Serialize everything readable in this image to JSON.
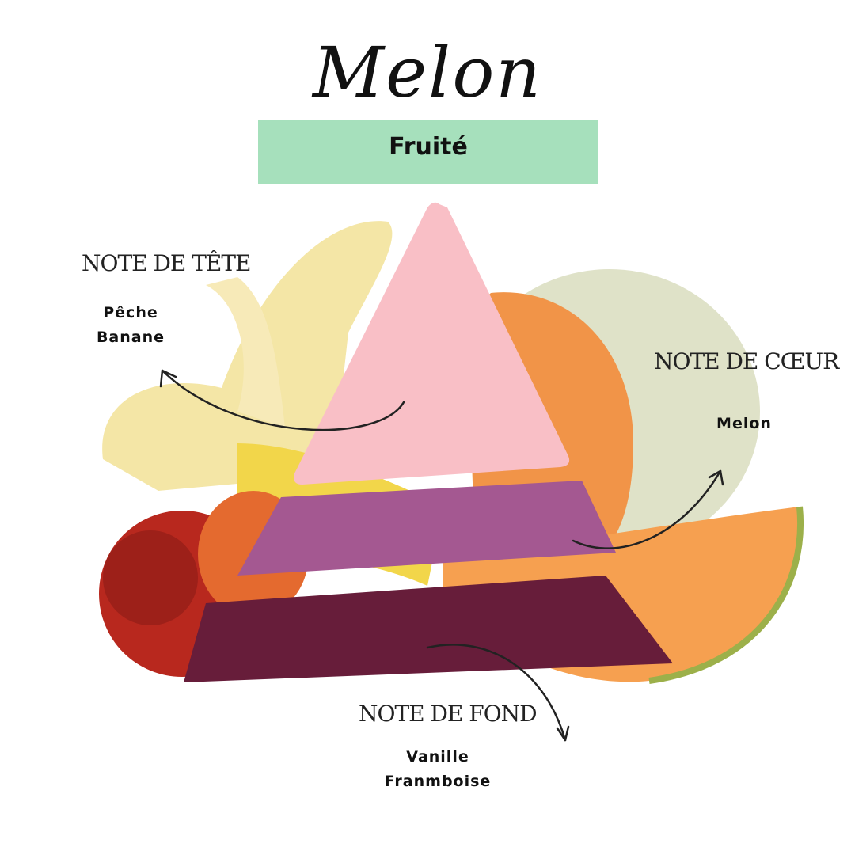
{
  "title": "Melon",
  "family": "Fruité",
  "notes": {
    "top": {
      "label": "NOTE DE TÊTE",
      "ingredients": [
        "Pêche",
        "Banane"
      ]
    },
    "heart": {
      "label": "NOTE DE CŒUR",
      "ingredients": [
        "Melon"
      ]
    },
    "base": {
      "label": "NOTE DE FOND",
      "ingredients": [
        "Vanille",
        "Franmboise"
      ]
    }
  },
  "colors": {
    "tape": "#a6e0bc",
    "top_tier": "#f9bfc6",
    "middle_tier": "#a45891",
    "base_tier": "#671d3a"
  }
}
